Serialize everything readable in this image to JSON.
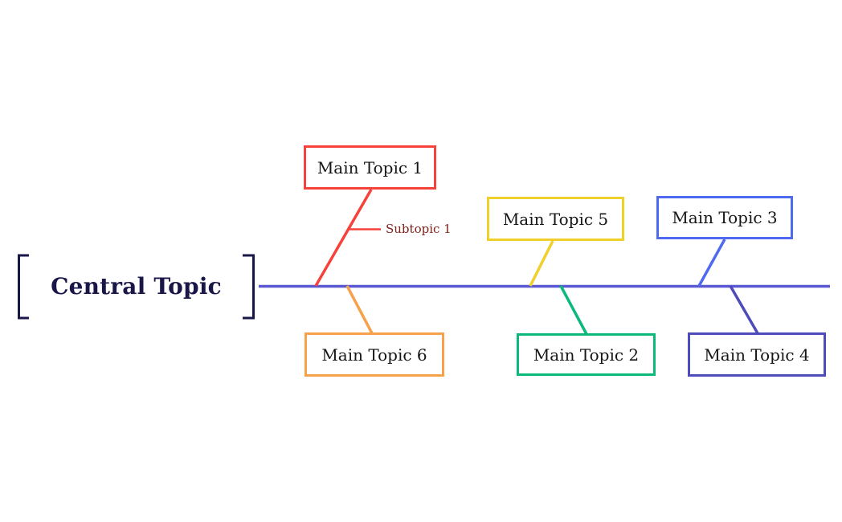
{
  "central": {
    "label": "Central Topic"
  },
  "topics": [
    {
      "id": 1,
      "label": "Main Topic 1",
      "color": "#f5433c",
      "side": "top"
    },
    {
      "id": 2,
      "label": "Main Topic 2",
      "color": "#0bb97b",
      "side": "bottom"
    },
    {
      "id": 3,
      "label": "Main Topic 3",
      "color": "#4e6af0",
      "side": "top"
    },
    {
      "id": 4,
      "label": "Main Topic 4",
      "color": "#4e4cba",
      "side": "bottom"
    },
    {
      "id": 5,
      "label": "Main Topic 5",
      "color": "#efd02b",
      "side": "top"
    },
    {
      "id": 6,
      "label": "Main Topic 6",
      "color": "#f8a14b",
      "side": "bottom"
    }
  ],
  "subtopics": [
    {
      "label": "Subtopic 1",
      "parent": "Main Topic 1",
      "color": "#801e16",
      "line_color": "#f5433c"
    }
  ],
  "colors": {
    "background": "#ffffff",
    "spine": "#5a58d2",
    "bracket": "#191747",
    "central_text": "#191747",
    "topic_text": "#161616"
  }
}
